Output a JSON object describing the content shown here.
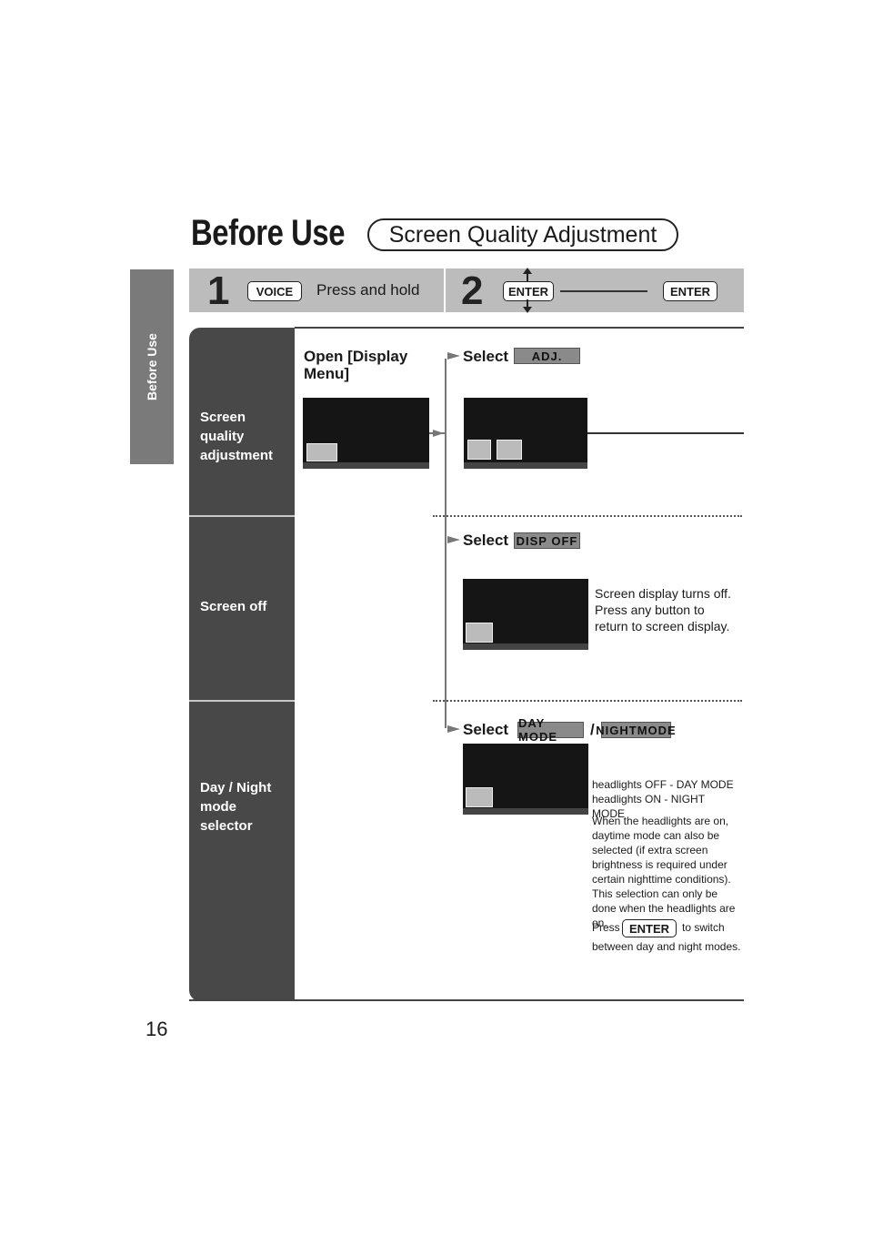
{
  "side_tab": {
    "label": "Before Use"
  },
  "heading": {
    "title": "Before Use",
    "section": "Screen Quality Adjustment"
  },
  "steps": [
    {
      "number": "1",
      "key": "VOICE",
      "text": "Press and hold"
    },
    {
      "number": "2",
      "key_from": "ENTER",
      "key_to": "ENTER"
    }
  ],
  "rows": [
    {
      "label": "Screen quality adjustment"
    },
    {
      "label": "Screen off"
    },
    {
      "label": "Day / Night mode selector"
    }
  ],
  "flow": {
    "open_menu": "Open [Display Menu]",
    "select_word": "Select",
    "adj_button": "ADJ.",
    "disp_off_button": "DISP OFF",
    "day_mode_button": "DAY MODE",
    "slash": "/",
    "night_mode_button": "NIGHTMODE",
    "disp_off_note": "Screen display turns off. Press any button to return to screen display.",
    "day_night_note_1": "headlights OFF - DAY MODE",
    "day_night_note_2": "headlights ON - NIGHT MODE",
    "day_night_note_3": "When the headlights are on, daytime mode can also be selected (if extra screen brightness is required under certain nighttime conditions). This selection can only be done when the headlights are on.",
    "press_word": "Press",
    "enter_key": "ENTER",
    "switch_text": "to switch",
    "switch_text_2": "between day and night modes."
  },
  "page_number": "16"
}
